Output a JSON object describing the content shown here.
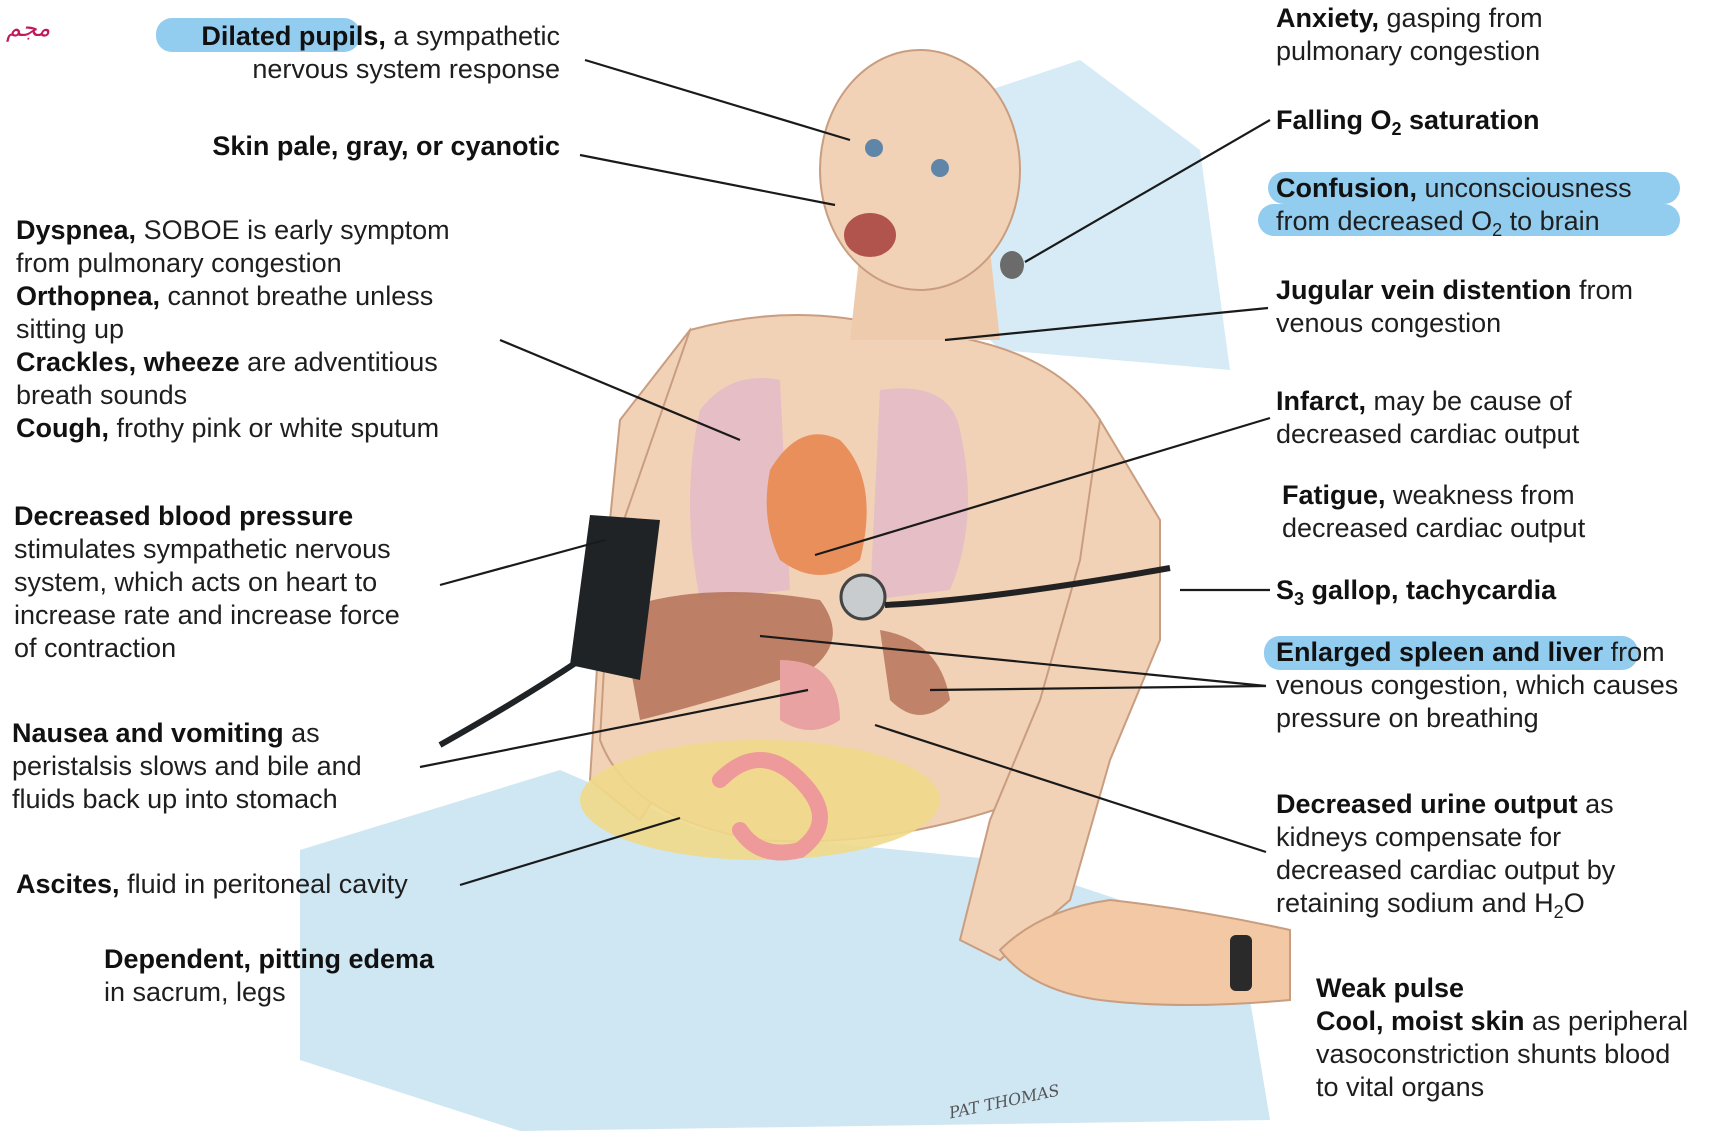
{
  "corner_mark": "مجم",
  "signature": "PAT THOMAS",
  "colors": {
    "highlight": "#7fc3ec",
    "skin": "#f2d2b6",
    "sheet": "#cfe6f3",
    "lung": "#e3bcc7",
    "heart": "#e98f5c",
    "liver": "#b7765c",
    "ascites": "#f0d98a",
    "leader": "#1a1a1a"
  },
  "labels": {
    "dilated": {
      "bold": "Dilated pupils,",
      "rest1": " a sympathetic",
      "rest2": "nervous system response"
    },
    "skin": {
      "bold": "Skin pale, gray, or cyanotic"
    },
    "dyspnea": {
      "bold": "Dyspnea,",
      "rest": " SOBOE is early symptom",
      "line2": "from pulmonary congestion"
    },
    "orthopnea": {
      "bold": "Orthopnea,",
      "rest": " cannot breathe unless",
      "line2": "sitting up"
    },
    "crackles": {
      "bold": "Crackles, wheeze",
      "rest": " are adventitious",
      "line2": "breath sounds"
    },
    "cough": {
      "bold": "Cough,",
      "rest": " frothy pink or white sputum"
    },
    "bp": {
      "bold": "Decreased blood pressure",
      "l2": "stimulates sympathetic nervous",
      "l3": "system, which acts on heart to",
      "l4": "increase rate and increase force",
      "l5": "of contraction"
    },
    "nausea": {
      "bold": "Nausea and vomiting",
      "rest": " as",
      "l2": "peristalsis slows and bile and",
      "l3": "fluids back up into stomach"
    },
    "ascites": {
      "bold": "Ascites,",
      "rest": " fluid in peritoneal cavity"
    },
    "edema": {
      "bold": "Dependent, pitting edema",
      "l2": "in sacrum, legs"
    },
    "anxiety": {
      "bold": "Anxiety,",
      "rest": " gasping from",
      "l2": "pulmonary congestion"
    },
    "falling": {
      "bold_a": "Falling O",
      "sub": "2",
      "bold_b": " saturation"
    },
    "confusion": {
      "bold": "Confusion,",
      "rest": " unconsciousness",
      "l2a": "from decreased O",
      "sub": "2",
      "l2b": " to brain"
    },
    "jugular": {
      "bold": "Jugular vein distention",
      "rest": " from",
      "l2": "venous congestion"
    },
    "infarct": {
      "bold": "Infarct,",
      "rest": " may be cause of",
      "l2": "decreased cardiac output"
    },
    "fatigue": {
      "bold": "Fatigue,",
      "rest": " weakness from",
      "l2": "decreased cardiac output"
    },
    "s3": {
      "bold_a": "S",
      "sub": "3",
      "bold_b": " gallop, tachycardia"
    },
    "spleen": {
      "bold": "Enlarged spleen and liver",
      "rest": " from",
      "l2": "venous congestion, which causes",
      "l3": "pressure on breathing"
    },
    "urine": {
      "bold": "Decreased urine output",
      "rest": " as",
      "l2": "kidneys compensate for",
      "l3": "decreased cardiac output by",
      "l4a": "retaining sodium and H",
      "sub": "2",
      "l4b": "O"
    },
    "pulse": {
      "bold": "Weak pulse"
    },
    "cool": {
      "bold": "Cool, moist skin",
      "rest": " as peripheral",
      "l2": "vasoconstriction shunts blood",
      "l3": "to vital organs"
    }
  }
}
